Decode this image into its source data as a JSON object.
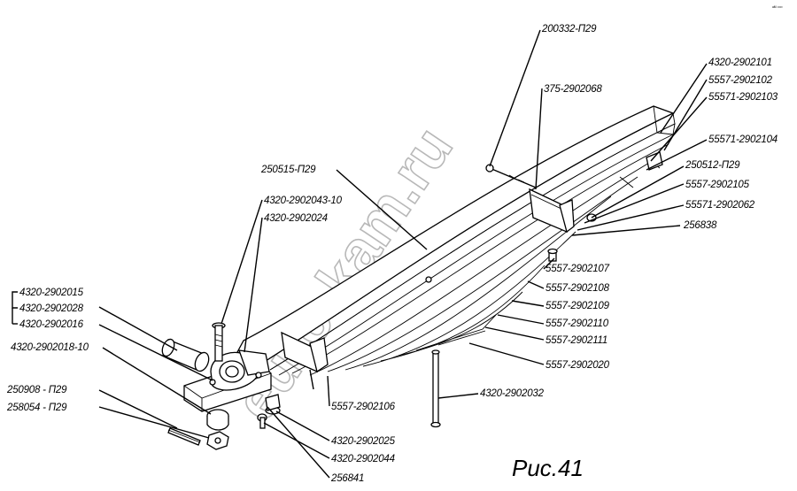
{
  "figure_caption": "Рис.41",
  "corner_mark": "ᵃᴹ ᵒᵒᵒ",
  "watermark": "euro-kam.ru",
  "labels": {
    "p200332": "200332-П29",
    "p375": "375-2902068",
    "p250515": "250515-П29",
    "p4320_2902043": "4320-2902043-10",
    "p4320_2902024": "4320-2902024",
    "p4320_2902015": "4320-2902015",
    "p4320_2902028": "4320-2902028",
    "p4320_2902016": "4320-2902016",
    "p4320_2902018": "4320-2902018-10",
    "p250908": "250908 - П29",
    "p258054": "258054 - П29",
    "p4320_2902101": "4320-2902101",
    "p5557_2902102": "5557-2902102",
    "p55571_2902103": "55571-2902103",
    "p55571_2902104": "55571-2902104",
    "p250512": "250512-П29",
    "p5557_2902105": "5557-2902105",
    "p55571_2902062": "55571-2902062",
    "p256838": "256838",
    "p5557_2902107": "5557-2902107",
    "p5557_2902108": "5557-2902108",
    "p5557_2902109": "5557-2902109",
    "p5557_2902110": "5557-2902110",
    "p5557_2902111": "5557-2902111",
    "p5557_2902020": "5557-2902020",
    "p4320_2902032": "4320-2902032",
    "p5557_2902106": "5557-2902106",
    "p4320_2902025": "4320-2902025",
    "p4320_2902044": "4320-2902044",
    "p256841": "256841"
  }
}
